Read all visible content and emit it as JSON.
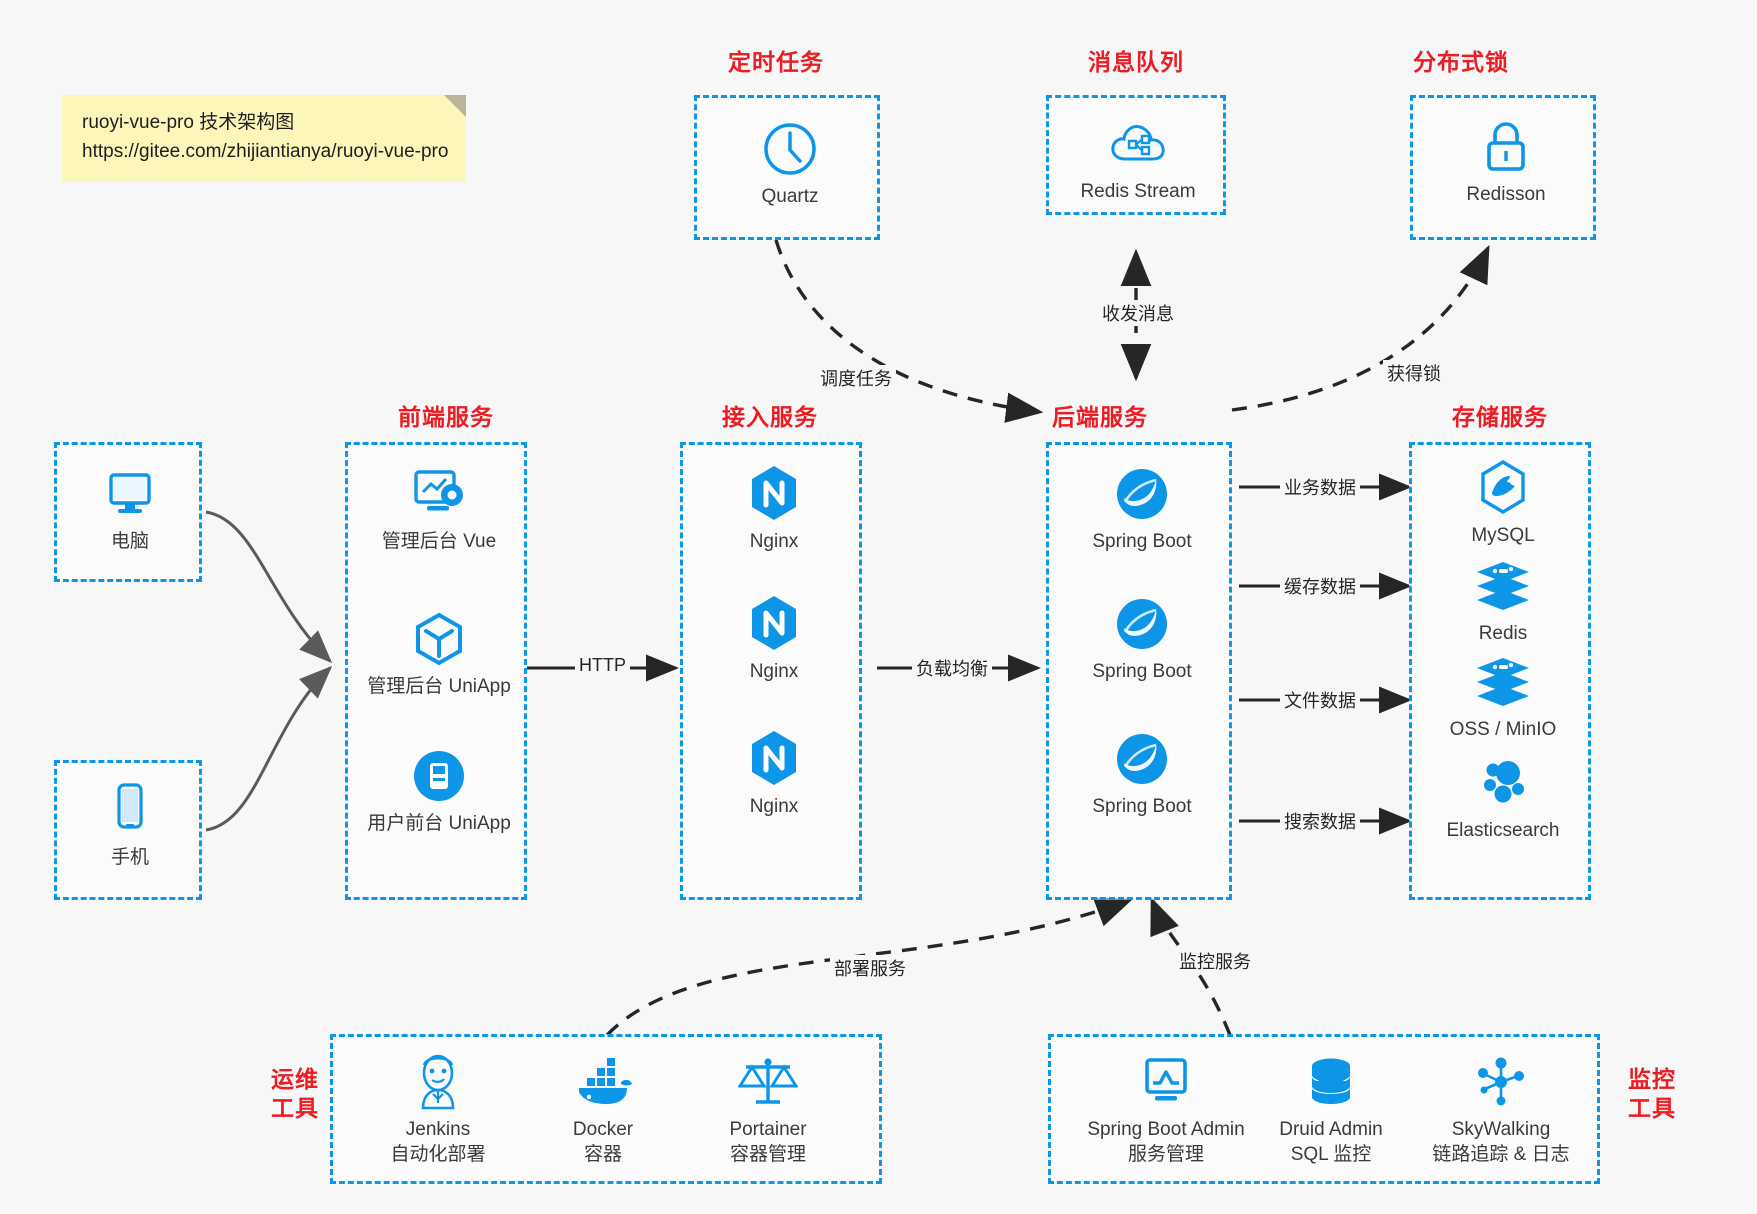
{
  "note": {
    "line1": "ruoyi-vue-pro 技术架构图",
    "line2": "https://gitee.com/zhijiantianya/ruoyi-vue-pro"
  },
  "colors": {
    "accent_blue": "#0d96e8",
    "caption_red": "#ec1c24",
    "text_dark": "#3b3b3b",
    "canvas_bg": "#f7f7f7",
    "note_bg": "#fcf6bb",
    "wire_gray": "#5a5a5a",
    "wire_black": "#262626"
  },
  "groups": {
    "scheduled_task": {
      "caption": "定时任务",
      "items": [
        {
          "label": "Quartz",
          "icon": "clock-icon"
        }
      ]
    },
    "message_queue": {
      "caption": "消息队列",
      "items": [
        {
          "label": "Redis Stream",
          "icon": "cloud-network-icon"
        }
      ]
    },
    "distributed_lock": {
      "caption": "分布式锁",
      "items": [
        {
          "label": "Redisson",
          "icon": "lock-icon"
        }
      ]
    },
    "clients": {
      "items": [
        {
          "label": "电脑",
          "icon": "desktop-monitor-icon"
        },
        {
          "label": "手机",
          "icon": "mobile-phone-icon"
        }
      ]
    },
    "frontend": {
      "caption": "前端服务",
      "items": [
        {
          "label": "管理后台 Vue",
          "icon": "dashboard-settings-icon"
        },
        {
          "label": "管理后台 UniApp",
          "icon": "cube-icon"
        },
        {
          "label": "用户前台 UniApp",
          "icon": "app-window-icon"
        }
      ]
    },
    "gateway": {
      "caption": "接入服务",
      "items": [
        {
          "label": "Nginx",
          "icon": "nginx-icon"
        },
        {
          "label": "Nginx",
          "icon": "nginx-icon"
        },
        {
          "label": "Nginx",
          "icon": "nginx-icon"
        }
      ]
    },
    "backend": {
      "caption": "后端服务",
      "items": [
        {
          "label": "Spring Boot",
          "icon": "spring-boot-icon"
        },
        {
          "label": "Spring Boot",
          "icon": "spring-boot-icon"
        },
        {
          "label": "Spring Boot",
          "icon": "spring-boot-icon"
        }
      ]
    },
    "storage": {
      "caption": "存储服务",
      "items": [
        {
          "label": "MySQL",
          "icon": "mysql-dolphin-icon"
        },
        {
          "label": "Redis",
          "icon": "redis-stack-icon"
        },
        {
          "label": "OSS / MinIO",
          "icon": "redis-stack-icon"
        },
        {
          "label": "Elasticsearch",
          "icon": "elasticsearch-icon"
        }
      ]
    },
    "devops": {
      "caption_line1": "运维",
      "caption_line2": "工具",
      "items": [
        {
          "name": "Jenkins",
          "desc": "自动化部署",
          "icon": "jenkins-butler-icon"
        },
        {
          "name": "Docker",
          "desc": "容器",
          "icon": "docker-whale-icon"
        },
        {
          "name": "Portainer",
          "desc": "容器管理",
          "icon": "scales-balance-icon"
        }
      ]
    },
    "monitoring": {
      "caption_line1": "监控",
      "caption_line2": "工具",
      "items": [
        {
          "name": "Spring Boot Admin",
          "desc": "服务管理",
          "icon": "monitor-chart-icon"
        },
        {
          "name": "Druid Admin",
          "desc": "SQL 监控",
          "icon": "database-cylinder-icon"
        },
        {
          "name": "SkyWalking",
          "desc": "链路追踪 & 日志",
          "icon": "network-nodes-icon"
        }
      ]
    }
  },
  "edges": {
    "schedule_task": "调度任务",
    "send_receive_message": "收发消息",
    "acquire_lock": "获得锁",
    "http": "HTTP",
    "load_balance": "负载均衡",
    "business_data": "业务数据",
    "cache_data": "缓存数据",
    "file_data": "文件数据",
    "search_data": "搜索数据",
    "deploy_service": "部署服务",
    "monitor_service": "监控服务"
  }
}
